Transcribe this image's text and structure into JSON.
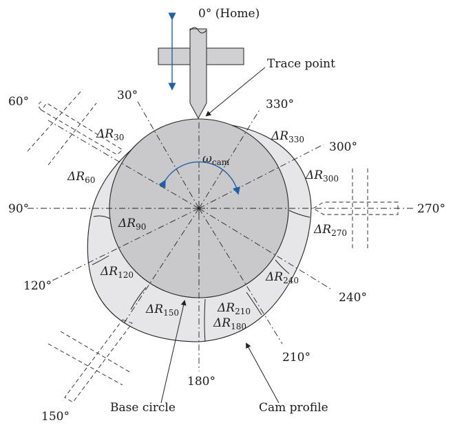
{
  "angles": {
    "a0": "0° (Home)",
    "a30": "30°",
    "a60": "60°",
    "a90": "90°",
    "a120": "120°",
    "a150": "150°",
    "a180": "180°",
    "a210": "210°",
    "a240": "240°",
    "a270": "270°",
    "a300": "300°",
    "a330": "330°"
  },
  "labels": {
    "trace_point": "Trace point",
    "base_circle": "Base circle",
    "cam_profile": "Cam profile",
    "omega": "ω",
    "omega_sub": "cam"
  },
  "delta_r": {
    "symbol": "ΔR",
    "r30": "30",
    "r60": "60",
    "r90": "90",
    "r120": "120",
    "r150": "150",
    "r180": "180",
    "r210": "210",
    "r240": "240",
    "r270": "270",
    "r300": "300",
    "r330": "330"
  },
  "colors": {
    "base_circle_fill": "#c9c9cc",
    "cam_fill": "#e6e6e8",
    "arrow_blue": "#1f5fa8"
  }
}
